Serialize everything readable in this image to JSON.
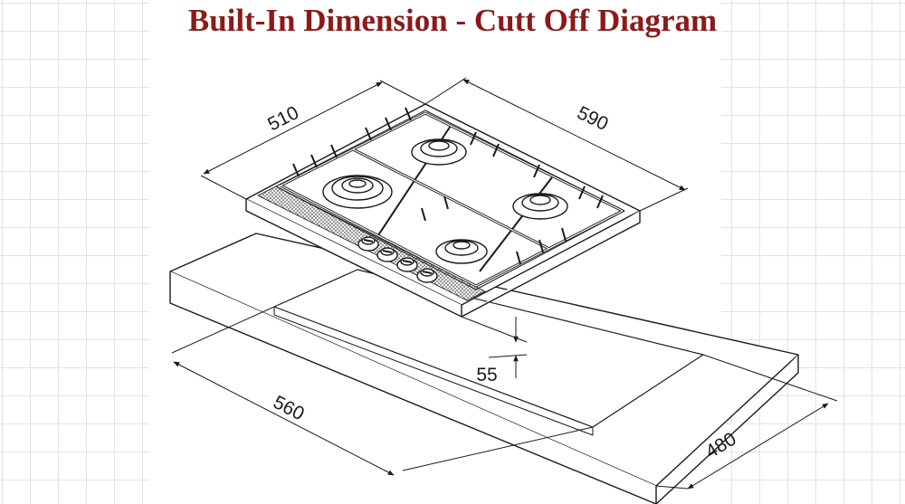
{
  "title": "Built-In Dimension - Cutt Off Diagram",
  "dimensions": {
    "hob_depth": "510",
    "hob_width": "590",
    "height": "55",
    "cutout_width": "560",
    "cutout_depth": "480"
  },
  "colors": {
    "title": "#8c1a1a",
    "lines": "#1a1a1a",
    "grid": "#e2e2e2"
  },
  "counts": {
    "burners": 4,
    "knobs": 4
  }
}
